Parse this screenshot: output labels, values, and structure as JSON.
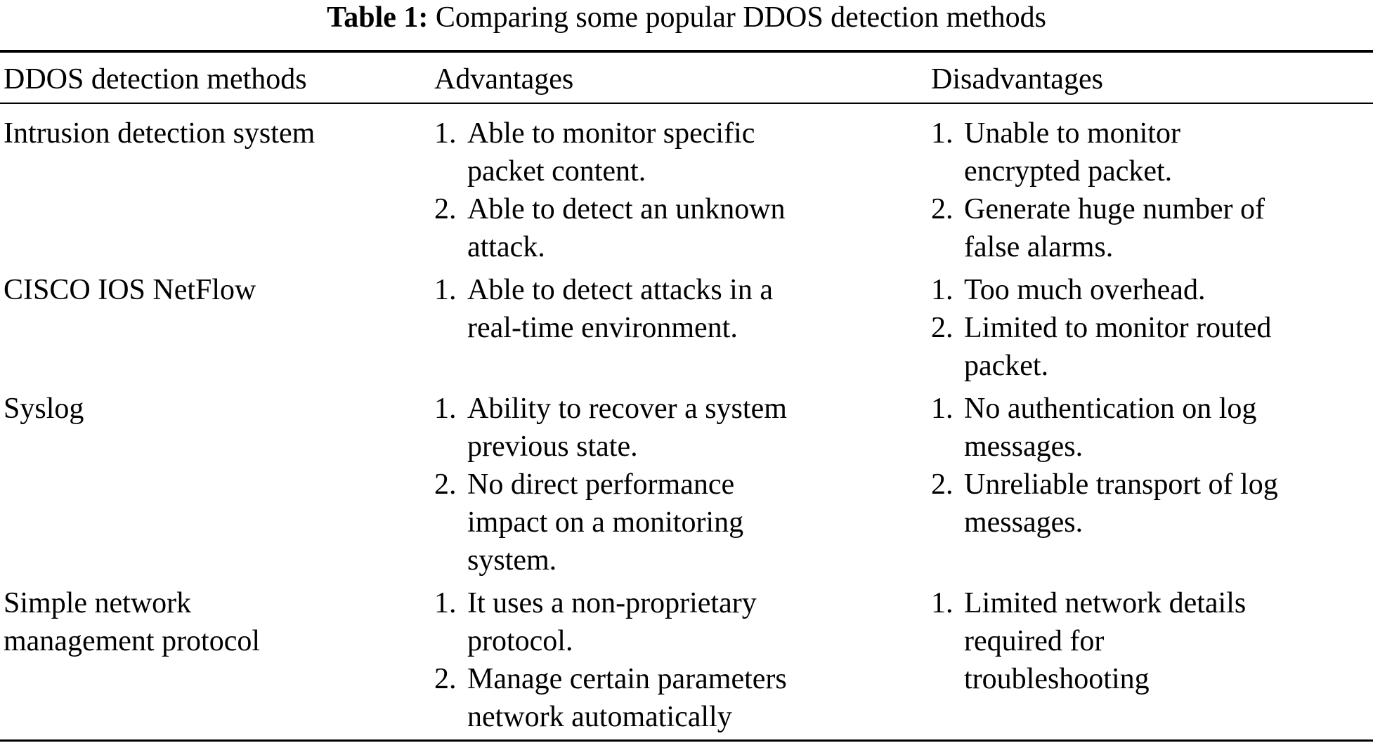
{
  "caption": {
    "label": "Table 1:",
    "text": "Comparing some popular DDOS detection methods"
  },
  "table": {
    "headers": [
      "DDOS detection methods",
      "Advantages",
      "Disadvantages"
    ],
    "rows": [
      {
        "method": [
          "Intrusion detection system"
        ],
        "advantages": [
          {
            "num": "1.",
            "lines": [
              "Able to monitor specific",
              "packet content."
            ]
          },
          {
            "num": "2.",
            "lines": [
              "Able to detect an unknown",
              "attack."
            ]
          }
        ],
        "disadvantages": [
          {
            "num": "1.",
            "lines": [
              "Unable to monitor",
              "encrypted packet."
            ]
          },
          {
            "num": "2.",
            "lines": [
              "Generate huge number of",
              "false alarms."
            ]
          }
        ]
      },
      {
        "method": [
          "CISCO IOS NetFlow"
        ],
        "advantages": [
          {
            "num": "1.",
            "lines": [
              "Able to detect attacks in a",
              "real-time environment."
            ]
          }
        ],
        "disadvantages": [
          {
            "num": "1.",
            "lines": [
              "Too much overhead."
            ]
          },
          {
            "num": "2.",
            "lines": [
              "Limited to monitor routed",
              "packet."
            ]
          }
        ]
      },
      {
        "method": [
          "Syslog"
        ],
        "advantages": [
          {
            "num": "1.",
            "lines": [
              "Ability to recover a system",
              "previous state."
            ]
          },
          {
            "num": "2.",
            "lines": [
              "No direct performance",
              "impact on a monitoring",
              "system."
            ]
          }
        ],
        "disadvantages": [
          {
            "num": "1.",
            "lines": [
              "No authentication on log",
              "messages."
            ]
          },
          {
            "num": "2.",
            "lines": [
              "Unreliable transport of log",
              "messages."
            ]
          }
        ]
      },
      {
        "method": [
          "Simple network",
          "management protocol"
        ],
        "advantages": [
          {
            "num": "1.",
            "lines": [
              "It uses a non-proprietary",
              "protocol."
            ]
          },
          {
            "num": "2.",
            "lines": [
              "Manage certain parameters",
              "network automatically"
            ]
          }
        ],
        "disadvantages": [
          {
            "num": "1.",
            "lines": [
              "Limited network details",
              "required for",
              "troubleshooting"
            ]
          }
        ]
      }
    ]
  }
}
